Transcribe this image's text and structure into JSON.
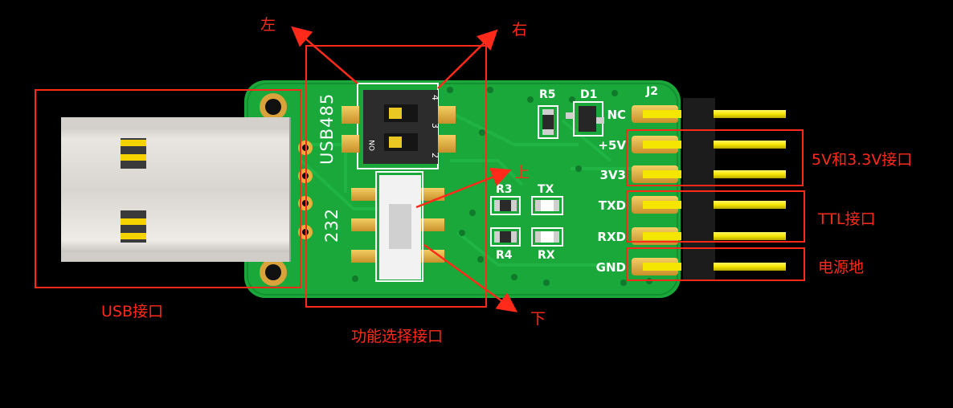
{
  "board": {
    "silk_usb485": "USB485",
    "silk_232": "232",
    "switch_on": "ON",
    "switch_numbers": [
      "4",
      "3",
      "2"
    ],
    "parts": {
      "r5": "R5",
      "d1": "D1",
      "r3": "R3",
      "r4": "R4",
      "tx": "TX",
      "rx": "RX",
      "j2": "J2"
    },
    "pins": [
      "NC",
      "+5V",
      "3V3",
      "TXD",
      "RXD",
      "GND"
    ]
  },
  "annotations": {
    "left": "左",
    "right": "右",
    "up": "上",
    "down": "下",
    "usb": "USB接口",
    "function": "功能选择接口",
    "power": "5V和3.3V接口",
    "ttl": "TTL接口",
    "ground": "电源地"
  },
  "colors": {
    "annotation": "#ff2a1a",
    "pcb": "#1aa83a",
    "silkscreen": "#ffffff",
    "pad": "#e6b13a",
    "pin": "#f7ea00"
  }
}
